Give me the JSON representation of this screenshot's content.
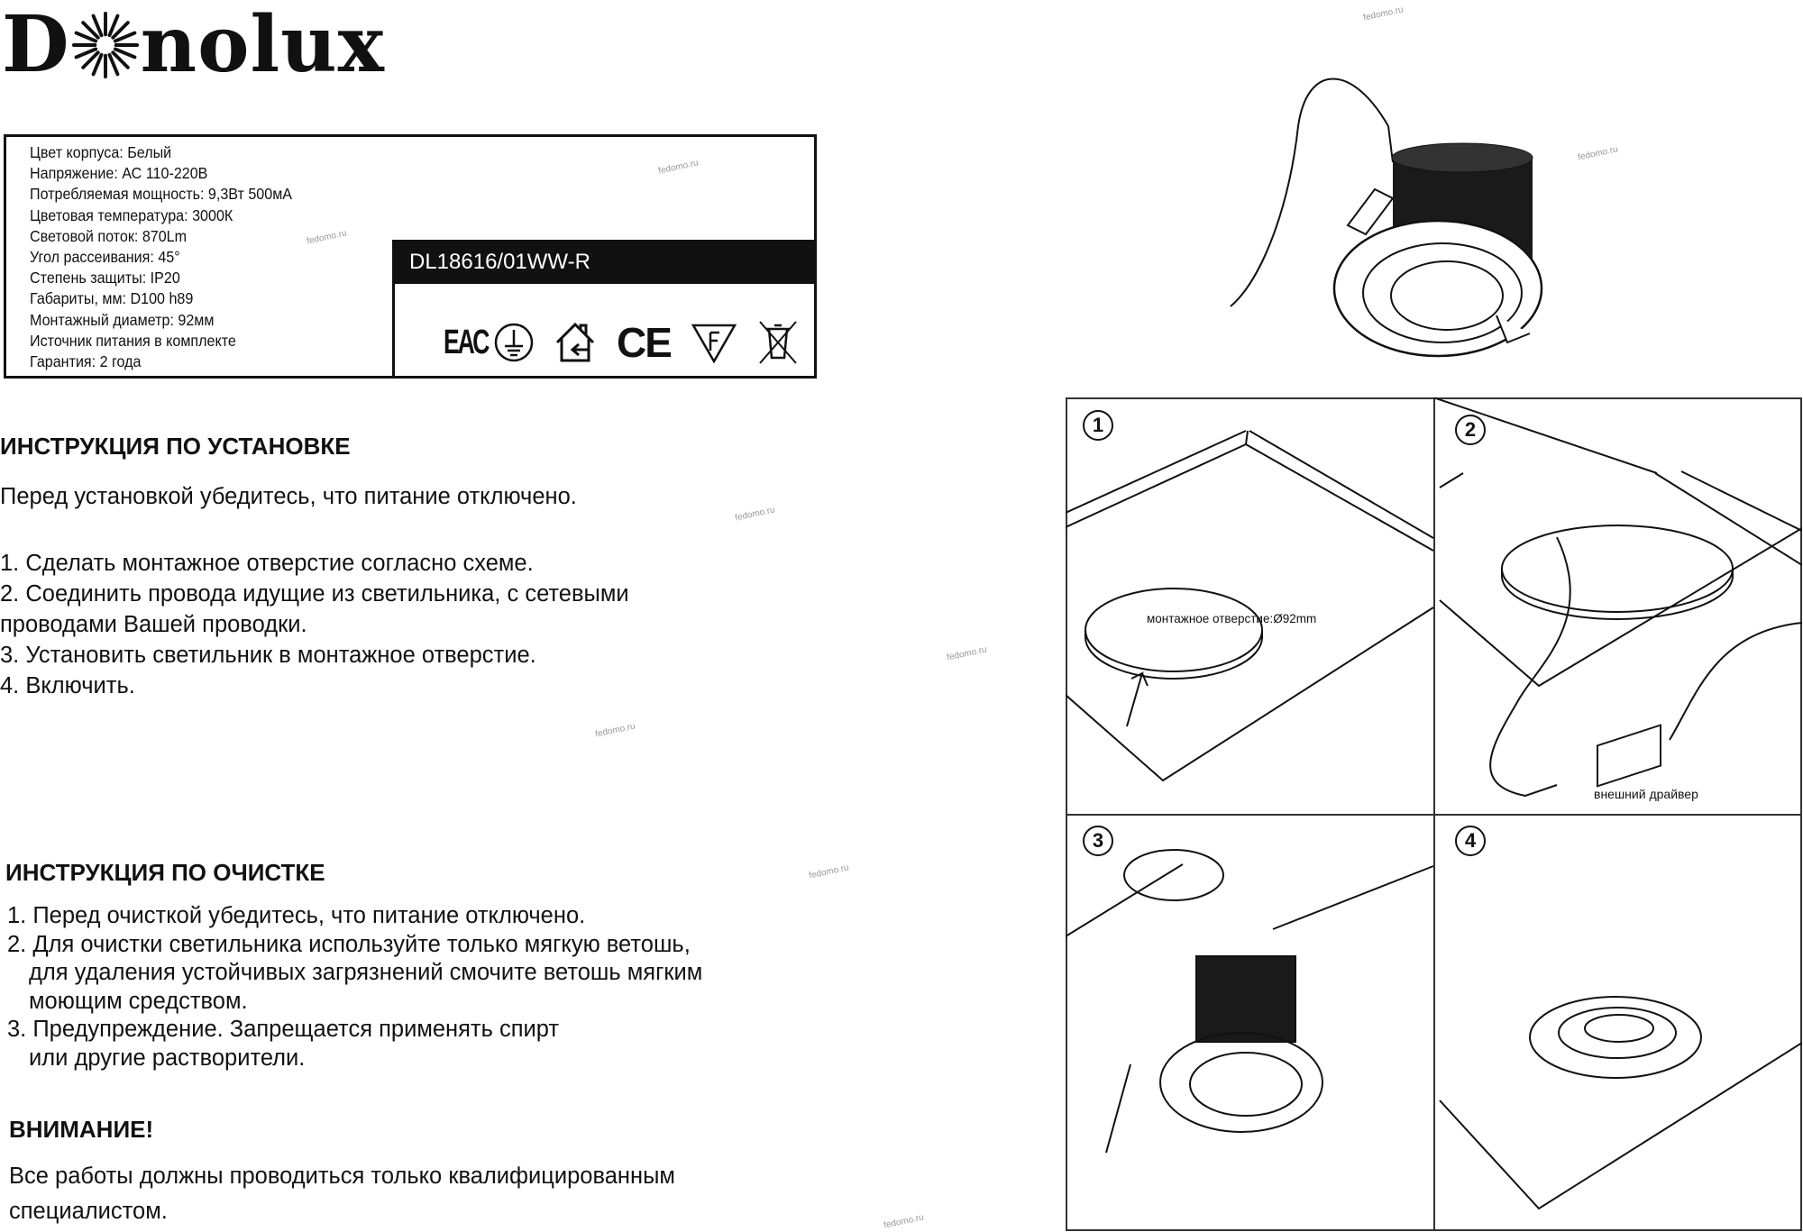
{
  "logo": {
    "text": "Donolux",
    "first": "D",
    "rest": "nolux"
  },
  "specs": [
    "Цвет корпуса: Белый",
    "Напряжение: АС 110-220В",
    "Потребляемая мощность: 9,3Вт 500мА",
    "Цветовая температура: 3000К",
    "Световой поток: 870Lm",
    "Угол рассеивания: 45°",
    "Степень защиты: IP20",
    "Габариты, мм: D100 h89",
    "Монтажный диаметр: 92мм",
    "Источник питания в комплекте",
    "Гарантия: 2 года"
  ],
  "model": "DL18616/01WW-R",
  "cert_icons": [
    "eac-mark-icon",
    "ground-symbol-icon",
    "indoor-use-icon",
    "ce-mark-icon",
    "f-triangle-icon",
    "crossed-bin-icon"
  ],
  "cert_text": {
    "eac": "ЕАС",
    "ce": "CE",
    "f": "F"
  },
  "install": {
    "heading": "ИНСТРУКЦИЯ ПО УСТАНОВКЕ",
    "intro": "Перед установкой убедитесь, что питание отключено.",
    "steps": [
      "1. Сделать монтажное отверстие согласно схеме.",
      "2. Соединить провода идущие из светильника, с сетевыми",
      "проводами Вашей проводки.",
      "3. Установить светильник в монтажное отверстие.",
      "4. Включить."
    ]
  },
  "cleaning": {
    "heading": "ИНСТРУКЦИЯ ПО ОЧИСТКЕ",
    "lines": [
      "1. Перед очисткой убедитесь, что питание отключено.",
      "2. Для очистки светильника используйте только мягкую ветошь,",
      "для удаления устойчивых загрязнений смочите ветошь мягким",
      "моющим средством.",
      "3. Предупреждение. Запрещается применять спирт",
      "или другие растворители."
    ]
  },
  "warning": {
    "heading": "ВНИМАНИЕ!",
    "lines": [
      "Все работы должны проводиться только квалифицированным",
      "специалистом."
    ]
  },
  "diagram": {
    "steps": [
      "1",
      "2",
      "3",
      "4"
    ],
    "hole_label": "монтажное отверстие:Ø92mm",
    "driver_label": "внешний драйвер"
  },
  "watermark": "fedomo.ru"
}
